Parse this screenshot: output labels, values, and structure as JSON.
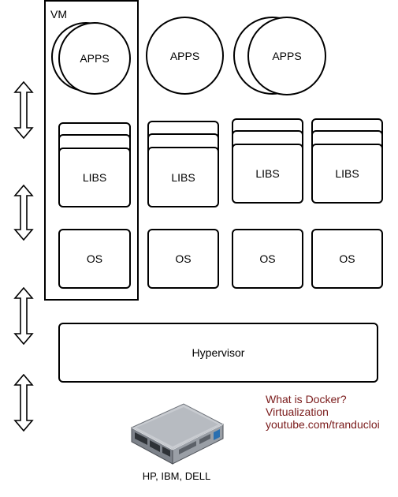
{
  "vm_label": "VM",
  "apps_label": "APPS",
  "libs_label": "LIBS",
  "os_label": "OS",
  "hypervisor_label": "Hypervisor",
  "hardware_label": "HP, IBM, DELL",
  "credit": {
    "line1": "What is Docker?",
    "line2": "Virtualization",
    "line3": "youtube.com/tranducloi"
  },
  "colors": {
    "stroke": "#000000",
    "credit_text": "#7a1a1a",
    "server_body": "#8a8f96",
    "server_accent": "#2a6fb0"
  },
  "icons": [
    "double-arrow-icon",
    "server-icon"
  ]
}
